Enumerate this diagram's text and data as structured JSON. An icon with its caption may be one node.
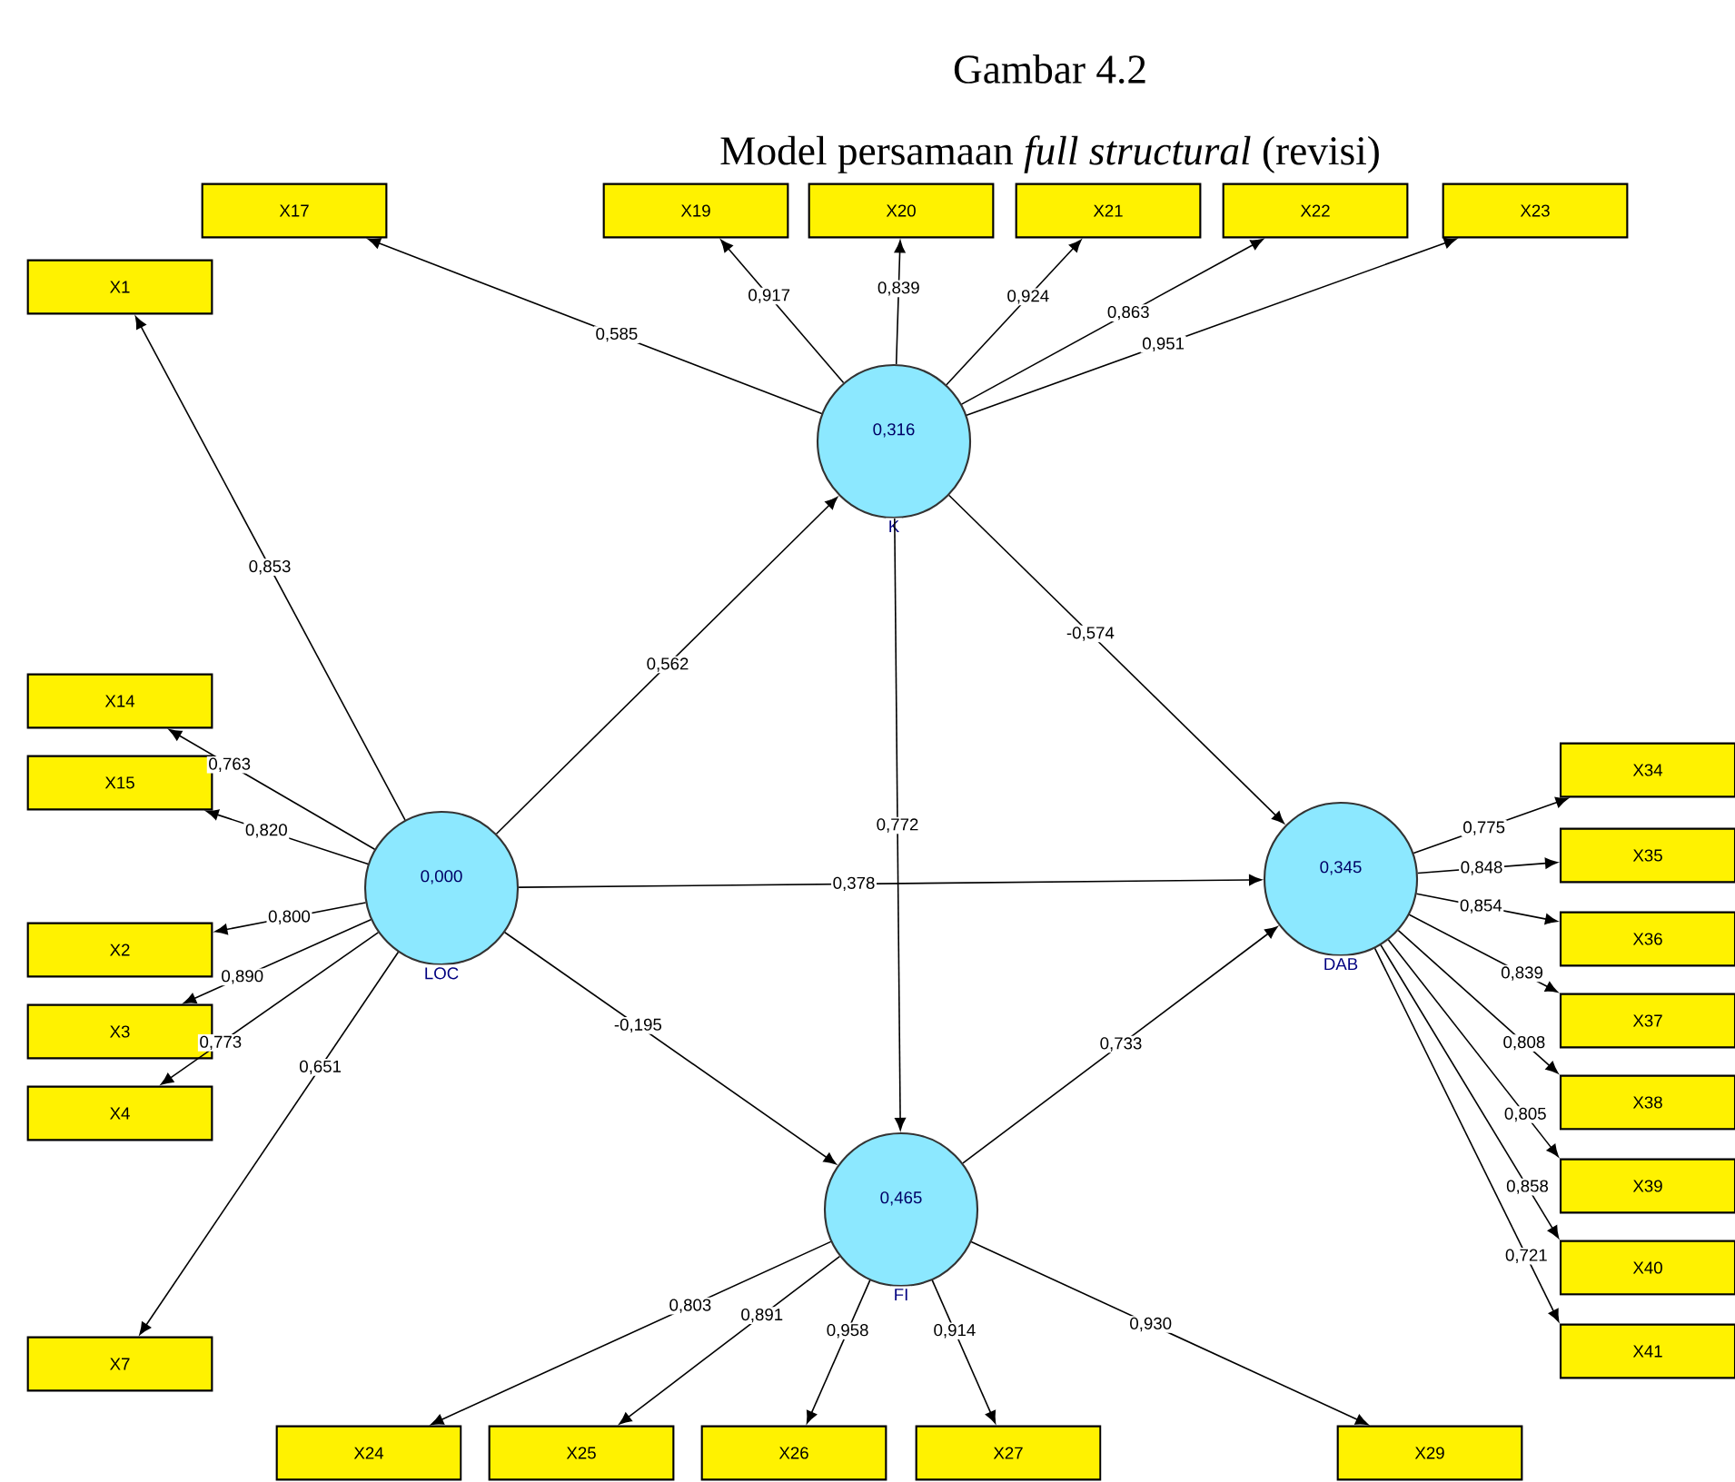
{
  "diagram": {
    "title": "Gambar 4.2",
    "caption": "Model persamaan *full structural* (revisi)",
    "nodes": [
      {
        "text": [
          "X17"
        ]
      },
      {
        "text": [
          "X19"
        ]
      },
      {
        "text": [
          "X20"
        ]
      },
      {
        "text": [
          "X21"
        ]
      },
      {
        "text": [
          "X22"
        ]
      },
      {
        "text": [
          "X23"
        ]
      },
      {
        "text": [
          "X1"
        ]
      },
      {
        "text": [
          "0,316"
        ],
        "beside": [
          "K"
        ]
      },
      {
        "text": [
          "X14"
        ]
      },
      {
        "text": [
          "X15"
        ]
      },
      {
        "text": [
          "X34"
        ]
      },
      {
        "text": [
          "0,000"
        ],
        "beside": [
          "LOC"
        ]
      },
      {
        "text": [
          "X35"
        ]
      },
      {
        "text": [
          "0,345"
        ],
        "beside": [
          "DAB"
        ]
      },
      {
        "text": [
          "X2"
        ]
      },
      {
        "text": [
          "X36"
        ]
      },
      {
        "text": [
          "X3"
        ]
      },
      {
        "text": [
          "X37"
        ]
      },
      {
        "text": [
          "X4"
        ]
      },
      {
        "text": [
          "X38"
        ]
      },
      {
        "text": [
          "0,465"
        ],
        "beside": [
          "FI"
        ]
      },
      {
        "text": [
          "X39"
        ]
      },
      {
        "text": [
          "X40"
        ]
      },
      {
        "text": [
          "X7"
        ]
      },
      {
        "text": [
          "X41"
        ]
      },
      {
        "text": [
          "X24"
        ]
      },
      {
        "text": [
          "X25"
        ]
      },
      {
        "text": [
          "X26"
        ]
      },
      {
        "text": [
          "X27"
        ]
      },
      {
        "text": [
          "X29"
        ]
      }
    ],
    "edges": [
      {
        "from": 7,
        "to": 0,
        "arrow": "to",
        "label": "0,585"
      },
      {
        "from": 7,
        "to": 1,
        "arrow": "to",
        "label": "0,917"
      },
      {
        "from": 7,
        "to": 2,
        "arrow": "to",
        "label": "0,839"
      },
      {
        "from": 7,
        "to": 3,
        "arrow": "to",
        "label": "0,924"
      },
      {
        "from": 7,
        "to": 4,
        "arrow": "to",
        "label": "0,863"
      },
      {
        "from": 7,
        "to": 5,
        "arrow": "to",
        "label": "0,951"
      },
      {
        "from": 11,
        "to": 6,
        "arrow": "to",
        "label": "0,853"
      },
      {
        "from": 11,
        "to": 7,
        "arrow": "to",
        "label": "0,562"
      },
      {
        "from": 11,
        "to": 8,
        "arrow": "to",
        "label": "0,763"
      },
      {
        "from": 11,
        "to": 9,
        "arrow": "to",
        "label": "0,820"
      },
      {
        "from": 11,
        "to": 14,
        "arrow": "to",
        "label": "0,800"
      },
      {
        "from": 11,
        "to": 16,
        "arrow": "to",
        "label": "0,890"
      },
      {
        "from": 11,
        "to": 18,
        "arrow": "to",
        "label": "0,773"
      },
      {
        "from": 11,
        "to": 23,
        "arrow": "to",
        "label": "0,651"
      },
      {
        "from": 11,
        "to": 13,
        "arrow": "to",
        "label": "0,378"
      },
      {
        "from": 11,
        "to": 20,
        "arrow": "to",
        "label": "-0,195"
      },
      {
        "from": 7,
        "to": 13,
        "arrow": "to",
        "label": "-0,574"
      },
      {
        "from": 7,
        "to": 20,
        "arrow": "to",
        "label": "0,772"
      },
      {
        "from": 20,
        "to": 13,
        "arrow": "to",
        "label": "0,733"
      },
      {
        "from": 20,
        "to": 25,
        "arrow": "to",
        "label": "0,803"
      },
      {
        "from": 20,
        "to": 26,
        "arrow": "to",
        "label": "0,891"
      },
      {
        "from": 20,
        "to": 27,
        "arrow": "to",
        "label": "0,958"
      },
      {
        "from": 20,
        "to": 28,
        "arrow": "to",
        "label": "0,914"
      },
      {
        "from": 20,
        "to": 29,
        "arrow": "to",
        "label": "0,930"
      },
      {
        "from": 13,
        "to": 10,
        "arrow": "to",
        "label": "0,775"
      },
      {
        "from": 13,
        "to": 12,
        "arrow": "to",
        "label": "0,848"
      },
      {
        "from": 13,
        "to": 15,
        "arrow": "to",
        "label": "0,854"
      },
      {
        "from": 13,
        "to": 17,
        "arrow": "to",
        "label": "0,839"
      },
      {
        "from": 13,
        "to": 19,
        "arrow": "to",
        "label": "0,808"
      },
      {
        "from": 13,
        "to": 21,
        "arrow": "to",
        "label": "0,805"
      },
      {
        "from": 13,
        "to": 22,
        "arrow": "to",
        "label": "0,858"
      },
      {
        "from": 13,
        "to": 24,
        "arrow": "to",
        "label": "0,721"
      }
    ]
  }
}
